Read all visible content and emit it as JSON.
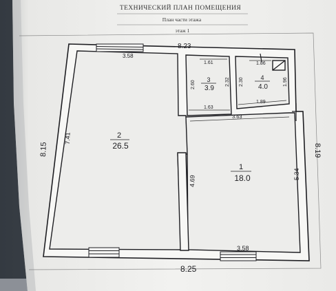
{
  "header": {
    "title": "ТЕХНИЧЕСКИЙ ПЛАН ПОМЕЩЕНИЯ",
    "subtitle": "План части этажа",
    "floor_label": "этаж 1"
  },
  "dimensions": {
    "top_overall": "8.23",
    "bottom_overall": "8.25",
    "left_overall": "8.15",
    "right_overall": "8.19",
    "top_window": "3.58",
    "bottom_window": "3.58",
    "room2_height": "7.41",
    "partition_height": "4.69",
    "room1_height": "5.34",
    "room3_top": "1.61",
    "room3_left": "2.60",
    "room3_right": "2.32",
    "room3_bottom": "1.63",
    "room4_top": "1.86",
    "room4_left": "2.30",
    "room4_right": "1.96",
    "room4_bottom": "1.89",
    "wet_block_bottom": "3.63"
  },
  "rooms": [
    {
      "number": "1",
      "area": "18.0"
    },
    {
      "number": "2",
      "area": "26.5"
    },
    {
      "number": "3",
      "area": "3.9"
    },
    {
      "number": "4",
      "area": "4.0"
    }
  ],
  "colors": {
    "paper": "#f1f1ef",
    "paper_shadow": "#dcdcdb",
    "ink": "#1e1e22",
    "wall_fill": "#f7f7f5",
    "dark_left": "#3b4148",
    "dark_bottom": "#8c9097"
  }
}
